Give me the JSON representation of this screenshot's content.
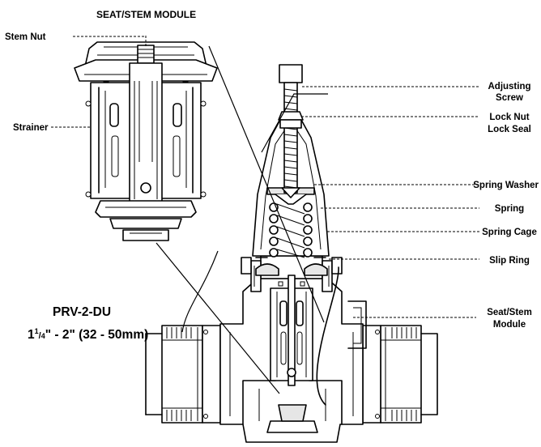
{
  "labels": {
    "module_title": "SEAT/STEM MODULE",
    "stem_nut": "Stem Nut",
    "strainer": "Strainer",
    "adjusting_screw_1": "Adjusting",
    "adjusting_screw_2": "Screw",
    "lock_nut": "Lock Nut",
    "lock_seal": "Lock Seal",
    "spring_washer": "Spring Washer",
    "spring": "Spring",
    "spring_cage": "Spring Cage",
    "slip_ring": "Slip Ring",
    "seat_stem_module_1": "Seat/Stem",
    "seat_stem_module_2": "Module"
  },
  "product": {
    "model": "PRV-2-DU",
    "size_prefix": "1",
    "size_num": "1",
    "size_den": "4",
    "size_rest": "\" - 2\" (32 - 50mm)"
  }
}
